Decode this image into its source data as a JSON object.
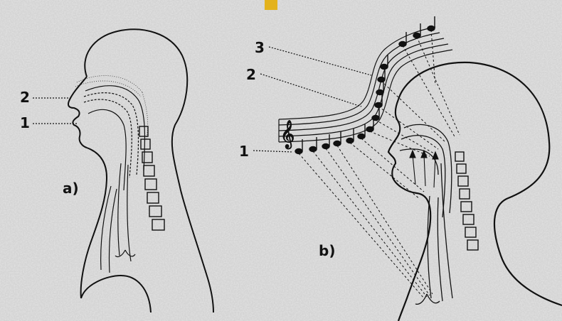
{
  "figure": {
    "background_color": "#d2d2d2",
    "line_color": "#111111",
    "tab_color": "#e3b21c"
  },
  "panel_a": {
    "label": "a)",
    "callouts": [
      {
        "number": "2"
      },
      {
        "number": "1"
      }
    ]
  },
  "panel_b": {
    "label": "b)",
    "callouts": [
      {
        "number": "3"
      },
      {
        "number": "2"
      },
      {
        "number": "1"
      }
    ],
    "staff_clef": "𝄞"
  }
}
